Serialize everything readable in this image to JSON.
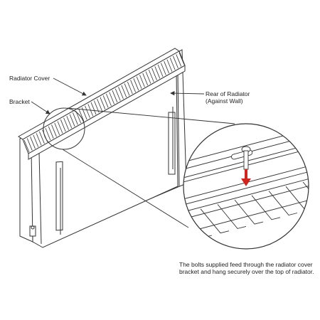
{
  "labels": {
    "radiator_cover": "Radiator Cover",
    "bracket": "Bracket",
    "rear_line1": "Rear of Radiator",
    "rear_line2": "(Against Wall)",
    "note_line1": "The bolts supplied feed through the radiator cover",
    "note_line2": "bracket and hang securely over the top of radiator."
  },
  "colors": {
    "line": "#333333",
    "bolt_arrow": "#d0241c",
    "background": "#ffffff"
  }
}
